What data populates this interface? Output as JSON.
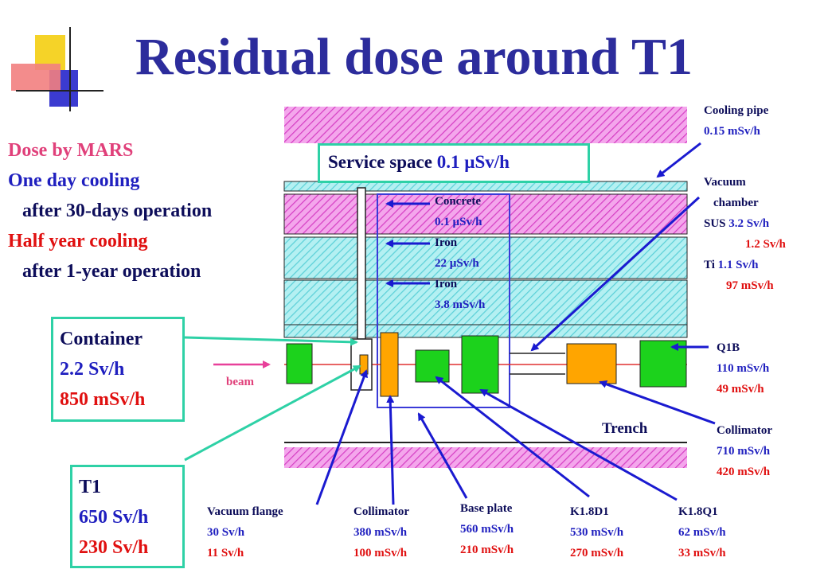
{
  "title": "Residual dose around T1",
  "conditions": {
    "line1": "Dose by MARS",
    "line2": "One day cooling",
    "line3": "after 30-days operation",
    "line4": "Half year cooling",
    "line5": "after 1-year operation"
  },
  "service_space": {
    "label": "Service space ",
    "value": "0.1 µSv/h"
  },
  "concrete": {
    "name": "Concrete",
    "value": "0.1 µSv/h"
  },
  "iron1": {
    "name": "Iron",
    "value": "22 µSv/h"
  },
  "iron2": {
    "name": "Iron",
    "value": "3.8 mSv/h"
  },
  "cooling_pipe": {
    "name": "Cooling pipe",
    "value": "0.15 mSv/h"
  },
  "vacuum_chamber": {
    "name1": "Vacuum",
    "name2": "chamber",
    "sus_label": "SUS ",
    "sus_day": "3.2 Sv/h",
    "sus_half": "1.2 Sv/h",
    "ti_label": "Ti ",
    "ti_day": "1.1 Sv/h",
    "ti_half": "97 mSv/h"
  },
  "q1b": {
    "name": "Q1B",
    "day": "110 mSv/h",
    "half": "49 mSv/h"
  },
  "collimator_right": {
    "name": "Collimator",
    "day": "710 mSv/h",
    "half": "420 mSv/h"
  },
  "trench": "Trench",
  "beam": "beam",
  "container": {
    "name": "Container",
    "day": "2.2 Sv/h",
    "half": "850 mSv/h"
  },
  "t1": {
    "name": "T1",
    "day": "650 Sv/h",
    "half": "230 Sv/h"
  },
  "vacuum_flange": {
    "name": "Vacuum flange",
    "day": "30 Sv/h",
    "half": "11 Sv/h"
  },
  "collimator_bottom": {
    "name": "Collimator",
    "day": "380 mSv/h",
    "half": "100 mSv/h"
  },
  "base_plate": {
    "name": "Base plate",
    "day": "560 mSv/h",
    "half": "210 mSv/h"
  },
  "k18d1": {
    "name": "K1.8D1",
    "day": "530 mSv/h",
    "half": "270 mSv/h"
  },
  "k18q1": {
    "name": "K1.8Q1",
    "day": "62 mSv/h",
    "half": "33 mSv/h"
  },
  "colors": {
    "title": "#2c2c9c",
    "concrete_hatch": "#e84fd6",
    "iron_hatch": "#6fdfe6",
    "magnet": "#1cd21c",
    "collimator": "#ffa500",
    "box_border": "#2ed1a6",
    "arrow": "#1a1ad0",
    "day_value": "#1f1fbf",
    "half_year_value": "#e01010"
  }
}
